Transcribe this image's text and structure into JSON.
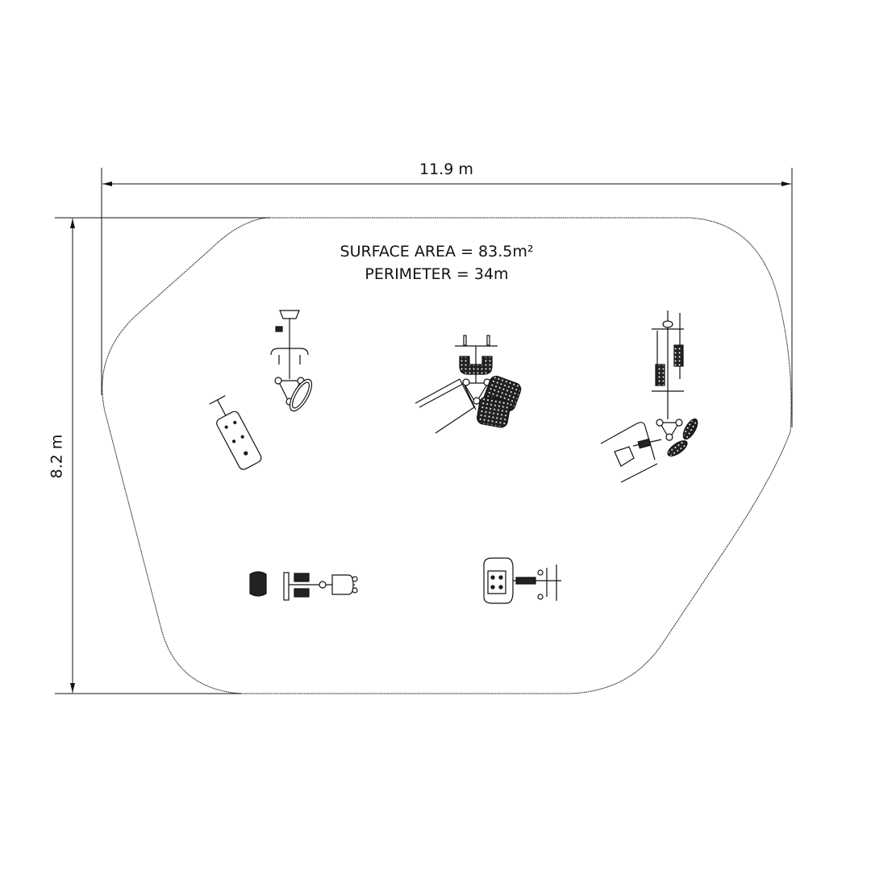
{
  "dimensions": {
    "width_label": "11.9 m",
    "height_label": "8.2 m"
  },
  "info": {
    "surface_area": "SURFACE AREA = 83.5m²",
    "perimeter": "PERIMETER = 34m"
  },
  "colors": {
    "line": "#111111",
    "fill_dark": "#222222"
  }
}
